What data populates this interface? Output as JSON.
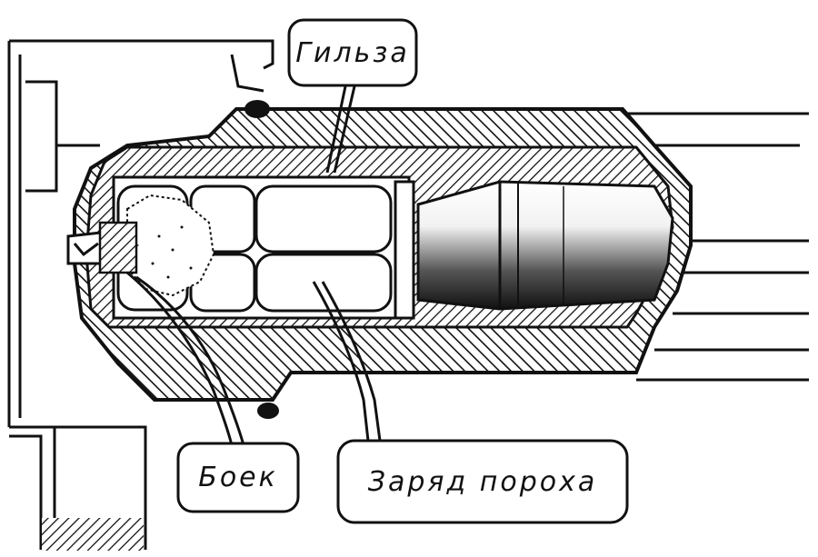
{
  "labels": {
    "case": "Гильза",
    "firing_pin": "Боек",
    "powder_charge": "Заряд пороха"
  },
  "colors": {
    "ink": "#111111",
    "paper": "#ffffff"
  }
}
